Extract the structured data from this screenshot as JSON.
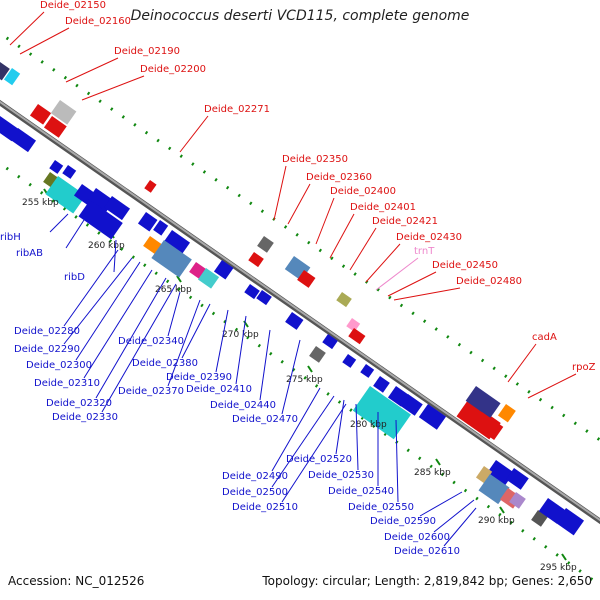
{
  "title": "Deinococcus deserti VCD115, complete genome",
  "footer": {
    "accession": "Accession: NC_012526",
    "summary": "Topology: circular; Length: 2,819,842 bp; Genes: 2,650"
  },
  "colors": {
    "forward_strand": "#dd1111",
    "reverse_strand": "#1111cc",
    "trna": "#ee88cc",
    "backbone": "#888888",
    "tick": "#118811"
  },
  "kbp_labels": [
    "255 kbp",
    "260 kbp",
    "265 kbp",
    "270 kbp",
    "275 kbp",
    "280 kbp",
    "285 kbp",
    "290 kbp",
    "295 kbp"
  ],
  "top_genes": [
    "Deide_02150",
    "Deide_02160",
    "Deide_02190",
    "Deide_02200",
    "Deide_02271",
    "Deide_02350",
    "Deide_02360",
    "Deide_02400",
    "Deide_02401",
    "Deide_02421",
    "Deide_02430",
    "trnT",
    "Deide_02450",
    "Deide_02480",
    "cadA",
    "rpoZ"
  ],
  "bottom_genes": [
    "ribH",
    "ribAB",
    "ribD",
    "Deide_02280",
    "Deide_02290",
    "Deide_02300",
    "Deide_02310",
    "Deide_02320",
    "Deide_02330",
    "Deide_02340",
    "Deide_02370",
    "Deide_02380",
    "Deide_02390",
    "Deide_02410",
    "Deide_02440",
    "Deide_02470",
    "Deide_02490",
    "Deide_02500",
    "Deide_02510",
    "Deide_02520",
    "Deide_02530",
    "Deide_02540",
    "Deide_02550",
    "Deide_02590",
    "Deide_02600",
    "Deide_02610"
  ]
}
